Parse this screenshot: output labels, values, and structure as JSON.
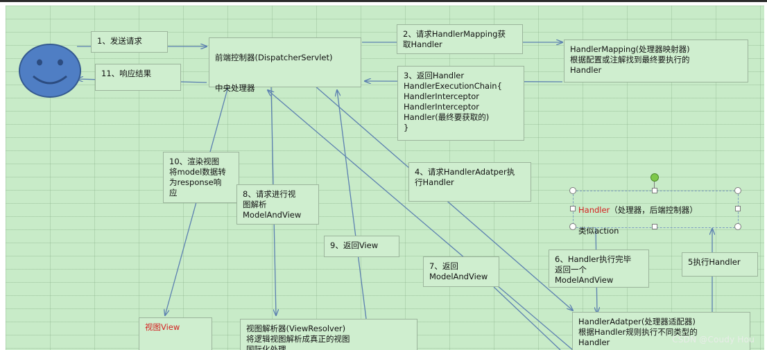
{
  "nodes": {
    "step1": "1、发送请求",
    "step11": "11、响应结果",
    "dispatcher_title": "前端控制器(DispatcherServlet)",
    "dispatcher_sub": "中央处理器",
    "step2": "2、请求HandlerMapping获\n取Handler",
    "handler_mapping": "HandlerMapping(处理器映射器)\n根据配置或注解找到最终要执行的\nHandler",
    "step3": "3、返回Handler\nHandlerExecutionChain{\n   HandlerInterceptor\n   HandlerInterceptor\n   Handler(最终要获取的)\n}",
    "step4": "4、请求HandlerAdatper执\n行Handler",
    "step10": "10、渲染视图\n将model数据转\n为response响\n应",
    "step8": "8、请求进行视\n图解析\nModelAndView",
    "step9": "9、返回View",
    "step7": "7、返回\nModelAndView",
    "handler_red": "Handler",
    "handler_rest": "（处理器，后端控制器）",
    "handler_line2": "类似action",
    "step6": "6、Handler执行完毕\n返回一个\nModelAndView",
    "step5": "5执行Handler",
    "view": "视图View",
    "view_resolver": "视图解析器(ViewResolver)\n将逻辑视图解析成真正的视图\n国际化处理",
    "handler_adapter": "HandlerAdatper(处理器适配器)\n根据Handler规则执行不同类型的\nHandler"
  },
  "watermark": "CSDN @Coudy Hou",
  "colors": {
    "background": "#c8ebc8",
    "box": "#cfeecf",
    "arrow": "#5b7fb0",
    "face_fill": "#4f7ec4",
    "red_text": "#d42020"
  },
  "icons": [
    "smiley-face-icon"
  ]
}
